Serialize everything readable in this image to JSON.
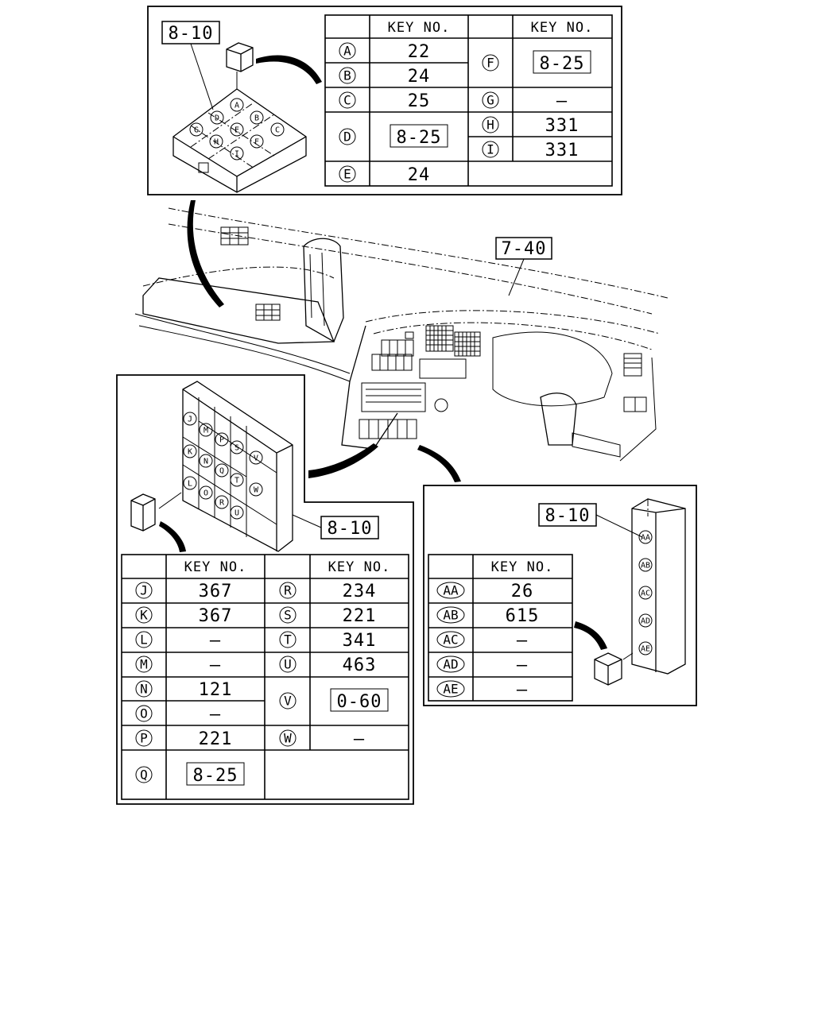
{
  "callouts": {
    "top_box": "8-10",
    "dash": "7-40",
    "left_box": "8-10",
    "right_box": "8-10"
  },
  "top_panel": {
    "header": "KEY NO.",
    "rows": [
      {
        "key": "A",
        "value": "22"
      },
      {
        "key": "B",
        "value": "24"
      },
      {
        "key": "C",
        "value": "25"
      },
      {
        "key": "D",
        "value": "8-25"
      },
      {
        "key": "E",
        "value": "24"
      },
      {
        "key": "F",
        "value": "8-25"
      },
      {
        "key": "G",
        "value": "–"
      },
      {
        "key": "H",
        "value": "331"
      },
      {
        "key": "I",
        "value": "331"
      }
    ],
    "block_labels": [
      "A",
      "B",
      "C",
      "D",
      "E",
      "F",
      "G",
      "H",
      "I"
    ]
  },
  "left_panel": {
    "header": "KEY NO.",
    "rows": [
      {
        "key": "J",
        "value": "367"
      },
      {
        "key": "K",
        "value": "367"
      },
      {
        "key": "L",
        "value": "–"
      },
      {
        "key": "M",
        "value": "–"
      },
      {
        "key": "N",
        "value": "121"
      },
      {
        "key": "O",
        "value": "–"
      },
      {
        "key": "P",
        "value": "221"
      },
      {
        "key": "Q",
        "value": "8-25"
      },
      {
        "key": "R",
        "value": "234"
      },
      {
        "key": "S",
        "value": "221"
      },
      {
        "key": "T",
        "value": "341"
      },
      {
        "key": "U",
        "value": "463"
      },
      {
        "key": "V",
        "value": "0-60"
      },
      {
        "key": "W",
        "value": "–"
      }
    ],
    "block_labels": [
      "J",
      "K",
      "L",
      "M",
      "N",
      "O",
      "P",
      "Q",
      "R",
      "S",
      "T",
      "U",
      "V",
      "W"
    ]
  },
  "right_panel": {
    "header": "KEY NO.",
    "rows": [
      {
        "key": "AA",
        "value": "26"
      },
      {
        "key": "AB",
        "value": "615"
      },
      {
        "key": "AC",
        "value": "–"
      },
      {
        "key": "AD",
        "value": "–"
      },
      {
        "key": "AE",
        "value": "–"
      }
    ],
    "block_labels": [
      "AA",
      "AB",
      "AC",
      "AD",
      "AE"
    ]
  }
}
